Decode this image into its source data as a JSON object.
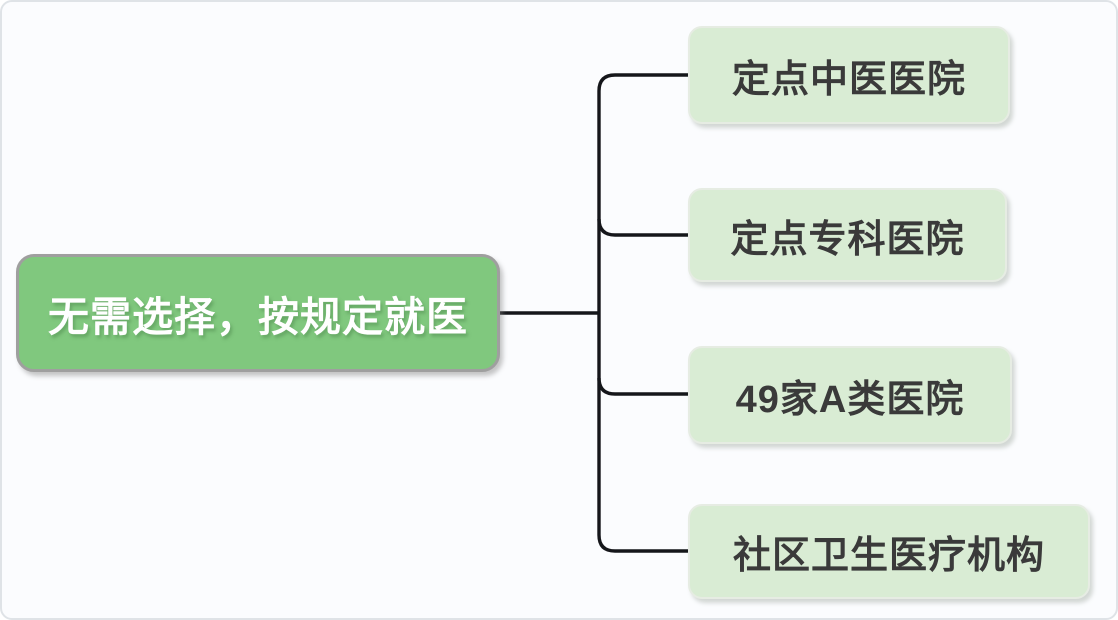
{
  "diagram": {
    "type": "mindmap-bracket",
    "root": {
      "label": "无需选择，按规定就医"
    },
    "children": [
      {
        "label": "定点中医医院"
      },
      {
        "label": "定点专科医院"
      },
      {
        "label": "49家A类医院"
      },
      {
        "label": "社区卫生医疗机构"
      }
    ],
    "colors": {
      "canvas_bg": "#fbfcfe",
      "canvas_border": "#dfe3e7",
      "line": "#15161a",
      "root_fill": "#80c87e",
      "root_border": "#9f9f9f",
      "root_text": "#ffffff",
      "child_fill": "#d9ecd4",
      "child_border": "#e6ece3",
      "child_text": "#3a3a3a"
    }
  }
}
